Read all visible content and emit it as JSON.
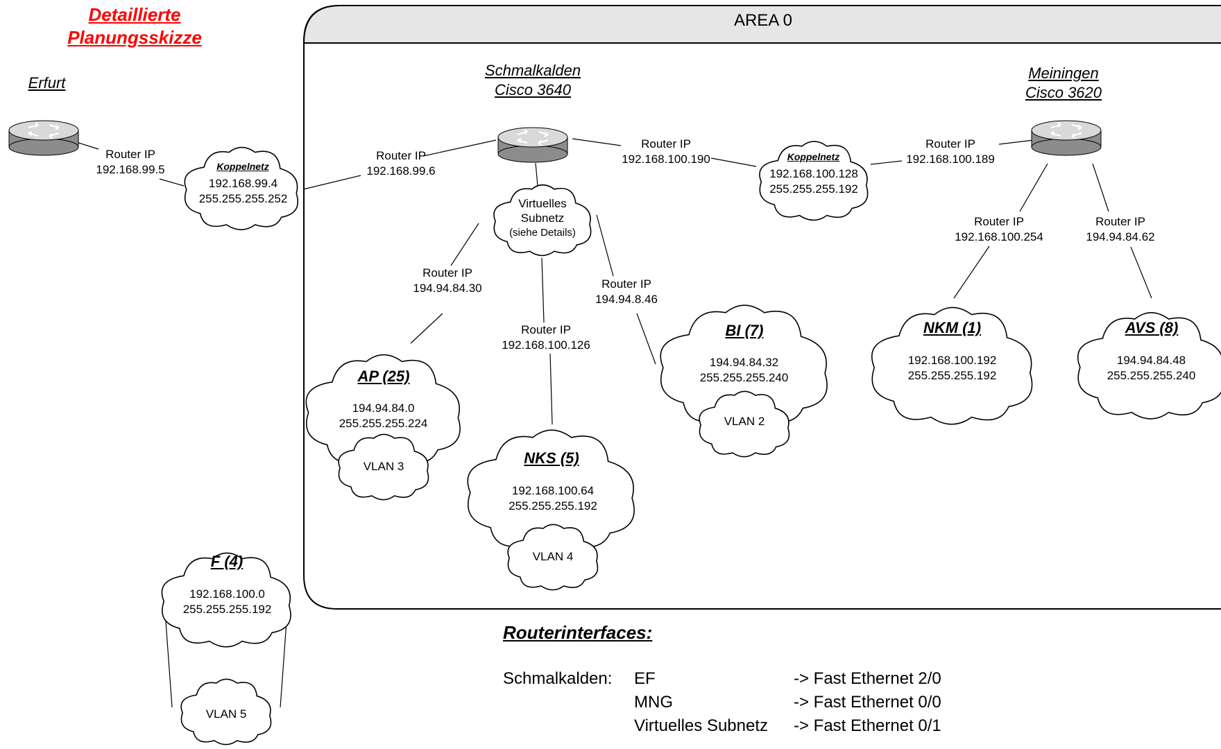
{
  "title": {
    "line1": "Detaillierte",
    "line2": "Planungsskizze"
  },
  "area": {
    "label": "AREA 0"
  },
  "sites": {
    "erfurt": {
      "name": "Erfurt"
    },
    "schmalkalden": {
      "name": "Schmalkalden",
      "model": "Cisco 3640"
    },
    "meiningen": {
      "name": "Meiningen",
      "model": "Cisco 3620"
    }
  },
  "router_ip_label": "Router IP",
  "links": {
    "erfurt": "192.168.99.5",
    "schmalkalden_west": "192.168.99.6",
    "schmalkalden_east": "192.168.100.190",
    "meiningen_west": "192.168.100.189",
    "ap": "194.94.84.30",
    "nks": "192.168.100.126",
    "bi": "194.94.8.46",
    "nkm": "192.168.100.254",
    "avs": "194.94.84.62"
  },
  "koppelnetz_1": {
    "label": "Koppelnetz",
    "net": "192.168.99.4",
    "mask": "255.255.255.252"
  },
  "koppelnetz_2": {
    "label": "Koppelnetz",
    "net": "192.168.100.128",
    "mask": "255.255.255.192"
  },
  "virtual_subnet": {
    "line1": "Virtuelles",
    "line2": "Subnetz",
    "line3": "(siehe Details)"
  },
  "clouds": {
    "ap": {
      "title": "AP (25)",
      "net": "194.94.84.0",
      "mask": "255.255.255.224",
      "vlan": "VLAN 3"
    },
    "nks": {
      "title": "NKS (5)",
      "net": "192.168.100.64",
      "mask": "255.255.255.192",
      "vlan": "VLAN 4"
    },
    "bi": {
      "title": "BI (7)",
      "net": "194.94.84.32",
      "mask": "255.255.255.240",
      "vlan": "VLAN 2"
    },
    "nkm": {
      "title": "NKM (1)",
      "net": "192.168.100.192",
      "mask": "255.255.255.192"
    },
    "avs": {
      "title": "AVS (8)",
      "net": "194.94.84.48",
      "mask": "255.255.255.240"
    },
    "f": {
      "title": "F (4)",
      "net": "192.168.100.0",
      "mask": "255.255.255.192",
      "vlan": "VLAN 5"
    }
  },
  "router_interfaces": {
    "heading": "Routerinterfaces:",
    "site": "Schmalkalden:",
    "rows": [
      {
        "iface": "EF",
        "port": "-> Fast Ethernet 2/0"
      },
      {
        "iface": "MNG",
        "port": "-> Fast Ethernet 0/0"
      },
      {
        "iface": "Virtuelles Subnetz",
        "port": "-> Fast Ethernet 0/1"
      }
    ]
  },
  "colors": {
    "title": "#ff0000",
    "router_top": "#d9d9d9",
    "router_side": "#8c8c8c"
  }
}
